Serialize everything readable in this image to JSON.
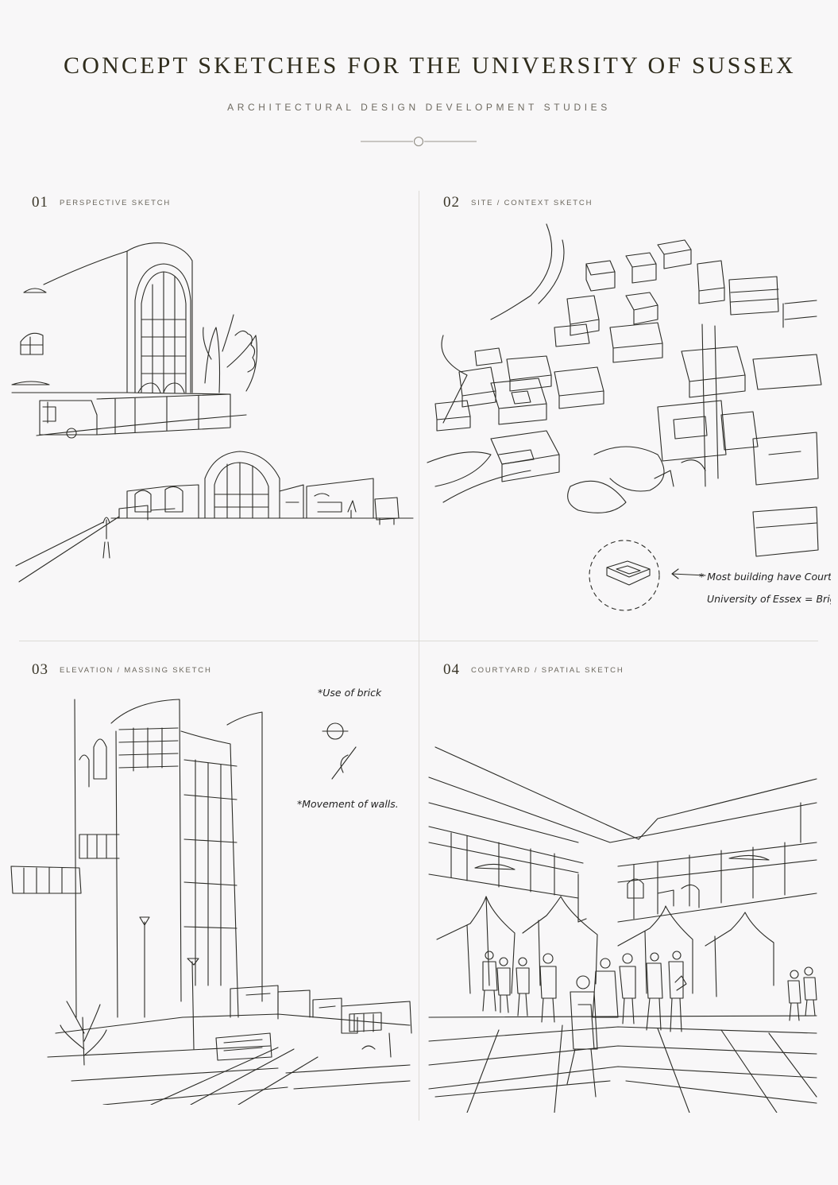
{
  "header": {
    "title": "CONCEPT SKETCHES FOR THE UNIVERSITY OF SUSSEX",
    "subtitle": "ARCHITECTURAL DESIGN DEVELOPMENT STUDIES"
  },
  "panels": [
    {
      "number": "01",
      "caption": "PERSPECTIVE SKETCH"
    },
    {
      "number": "02",
      "caption": "SITE / CONTEXT SKETCH",
      "notes": [
        "* Most building have Courtyard",
        "University of Essex = Brighton"
      ]
    },
    {
      "number": "03",
      "caption": "ELEVATION / MASSING SKETCH",
      "notes": [
        "*Use of brick",
        "*Movement of walls."
      ]
    },
    {
      "number": "04",
      "caption": "COURTYARD / SPATIAL SKETCH"
    }
  ],
  "colors": {
    "background": "#f8f7f8",
    "ink": "#2a2a22",
    "title": "#2f2c1c",
    "rule": "#dcdad6"
  }
}
